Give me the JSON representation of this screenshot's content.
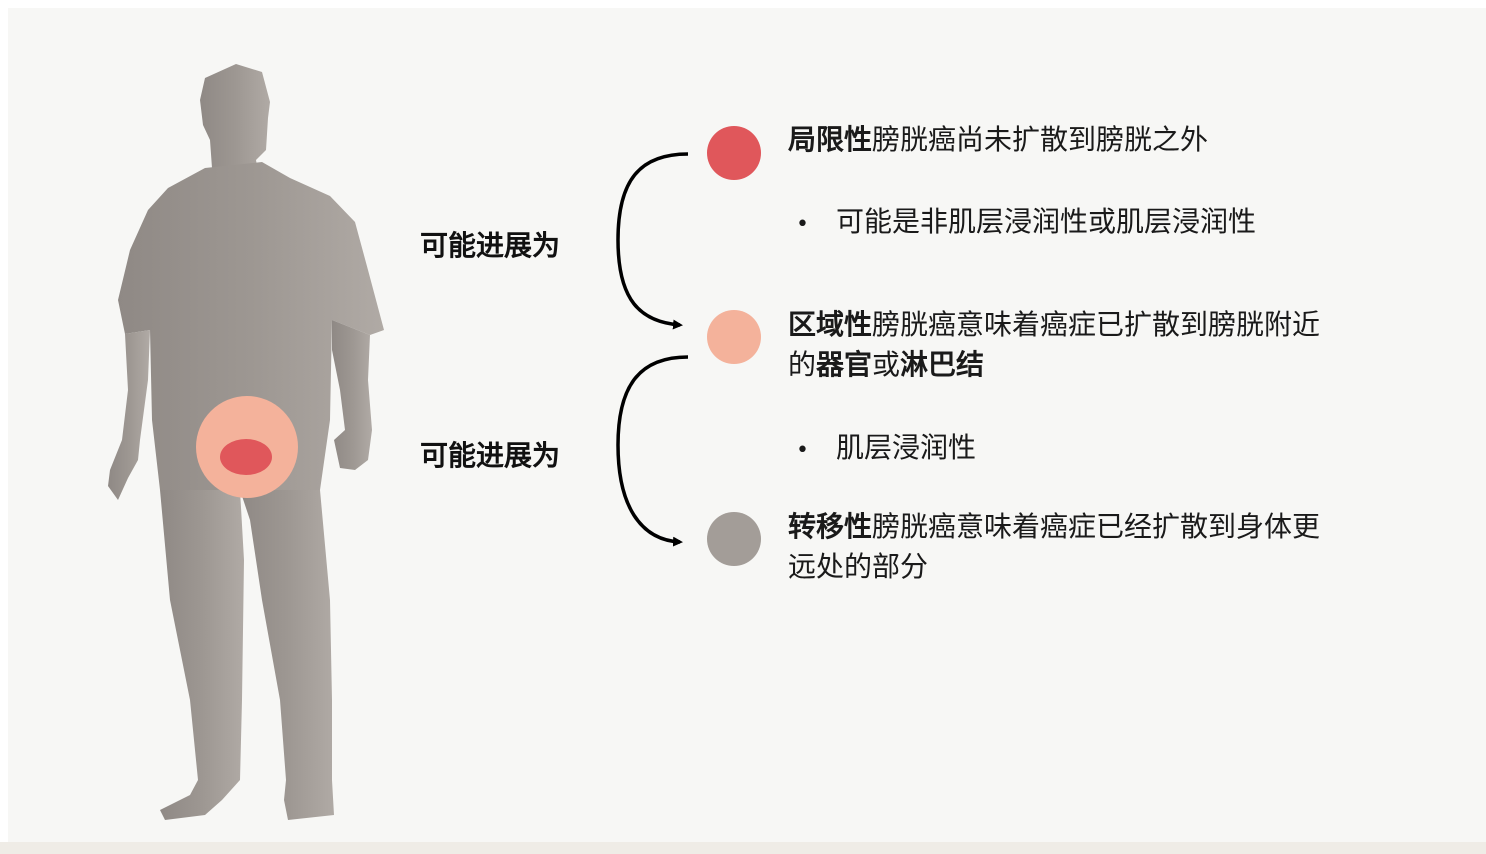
{
  "colors": {
    "local": "#e0575b",
    "regional": "#f4b29b",
    "distant": "#a39d98",
    "silhouette": "#9a9490"
  },
  "progress_label": "可能进展为",
  "stages": [
    {
      "bold": "局限性",
      "rest": "膀胱癌尚未扩散到膀胱之外"
    },
    {
      "bold": "区域性",
      "rest": "膀胱癌意味着癌症已扩散到膀胱附近的",
      "bold2": "器官",
      "mid": "或",
      "bold3": "淋巴结"
    },
    {
      "bold": "转移性",
      "rest": "膀胱癌意味着癌症已经扩散到身体更远处的部分"
    }
  ],
  "bullets": [
    "可能是非肌层浸润性或肌层浸润性",
    "肌层浸润性"
  ],
  "bullet_mark": "•"
}
